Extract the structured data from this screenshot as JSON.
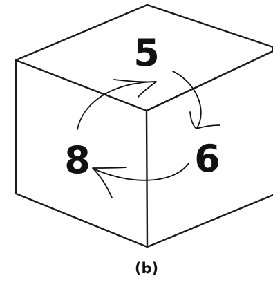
{
  "figure": {
    "faces": {
      "top": "5",
      "right": "6",
      "left": "8"
    },
    "caption": "(b)"
  }
}
